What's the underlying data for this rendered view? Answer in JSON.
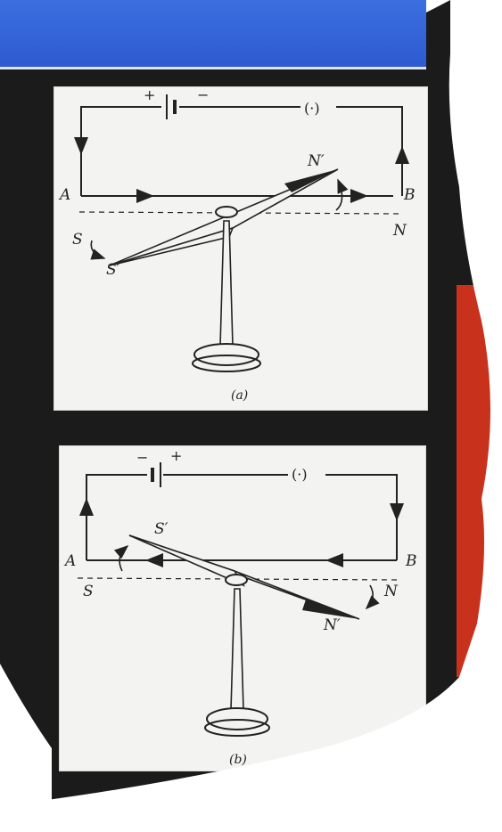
{
  "figure_a": {
    "caption": "(a)",
    "battery_plus": "+",
    "battery_minus": "−",
    "meter": "(·)",
    "label_A": "A",
    "label_B": "B",
    "label_N": "N",
    "label_S": "S",
    "label_N_prime": "N′",
    "label_S_prime": "S′"
  },
  "figure_b": {
    "caption": "(b)",
    "battery_minus": "−",
    "battery_plus": "+",
    "meter": "(·)",
    "label_A": "A",
    "label_B": "B",
    "label_N": "N",
    "label_S": "S",
    "label_N_prime": "N′",
    "label_S_prime": "S′"
  },
  "colors": {
    "banner": "#2f5ad0",
    "accent_strip": "#c8321c",
    "panel": "#f3f3f1",
    "ink": "#222222"
  }
}
